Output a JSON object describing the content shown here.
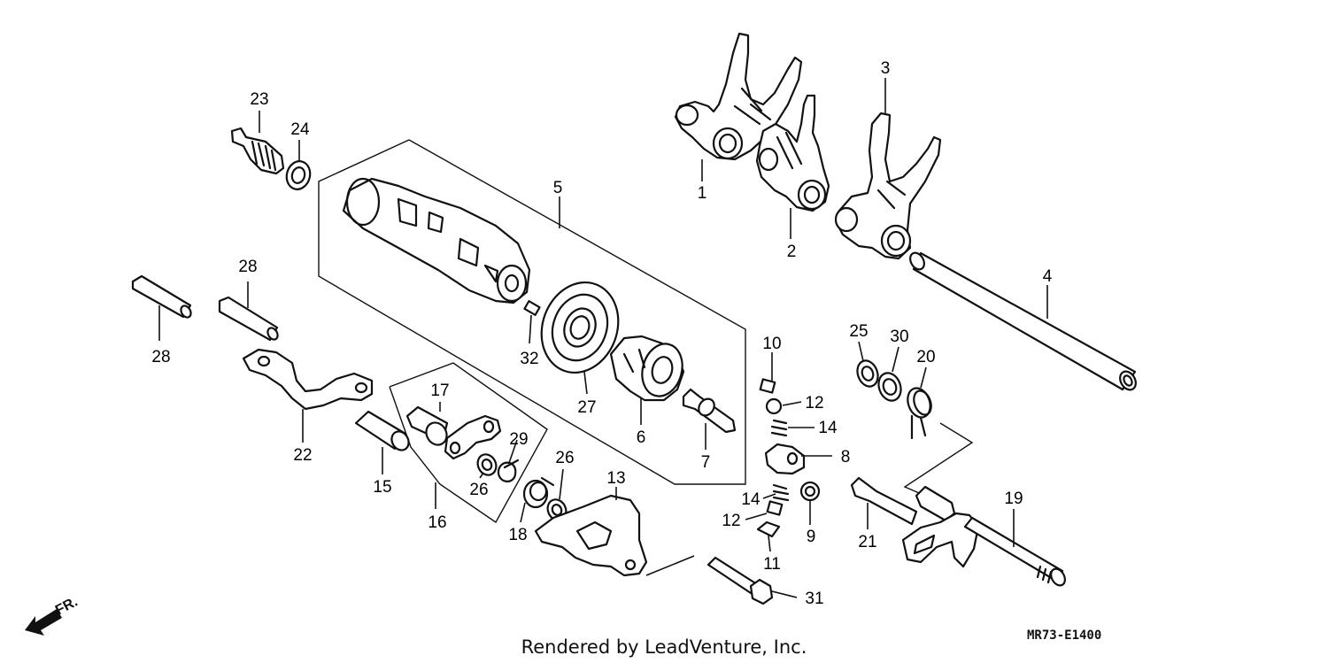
{
  "diagram": {
    "callouts": {
      "c1": "1",
      "c2": "2",
      "c3": "3",
      "c4": "4",
      "c5": "5",
      "c6": "6",
      "c7": "7",
      "c8": "8",
      "c9": "9",
      "c10": "10",
      "c11": "11",
      "c12a": "12",
      "c12b": "12",
      "c13": "13",
      "c14a": "14",
      "c14b": "14",
      "c15": "15",
      "c16": "16",
      "c17": "17",
      "c18": "18",
      "c19": "19",
      "c20": "20",
      "c21": "21",
      "c22": "22",
      "c23": "23",
      "c24": "24",
      "c25": "25",
      "c26a": "26",
      "c26b": "26",
      "c27": "27",
      "c28a": "28",
      "c28b": "28",
      "c29": "29",
      "c30": "30",
      "c31": "31",
      "c32": "32"
    },
    "direction_label": "FR.",
    "diagram_code": "MR73-E1400",
    "credit": "Rendered by LeadVenture, Inc."
  }
}
